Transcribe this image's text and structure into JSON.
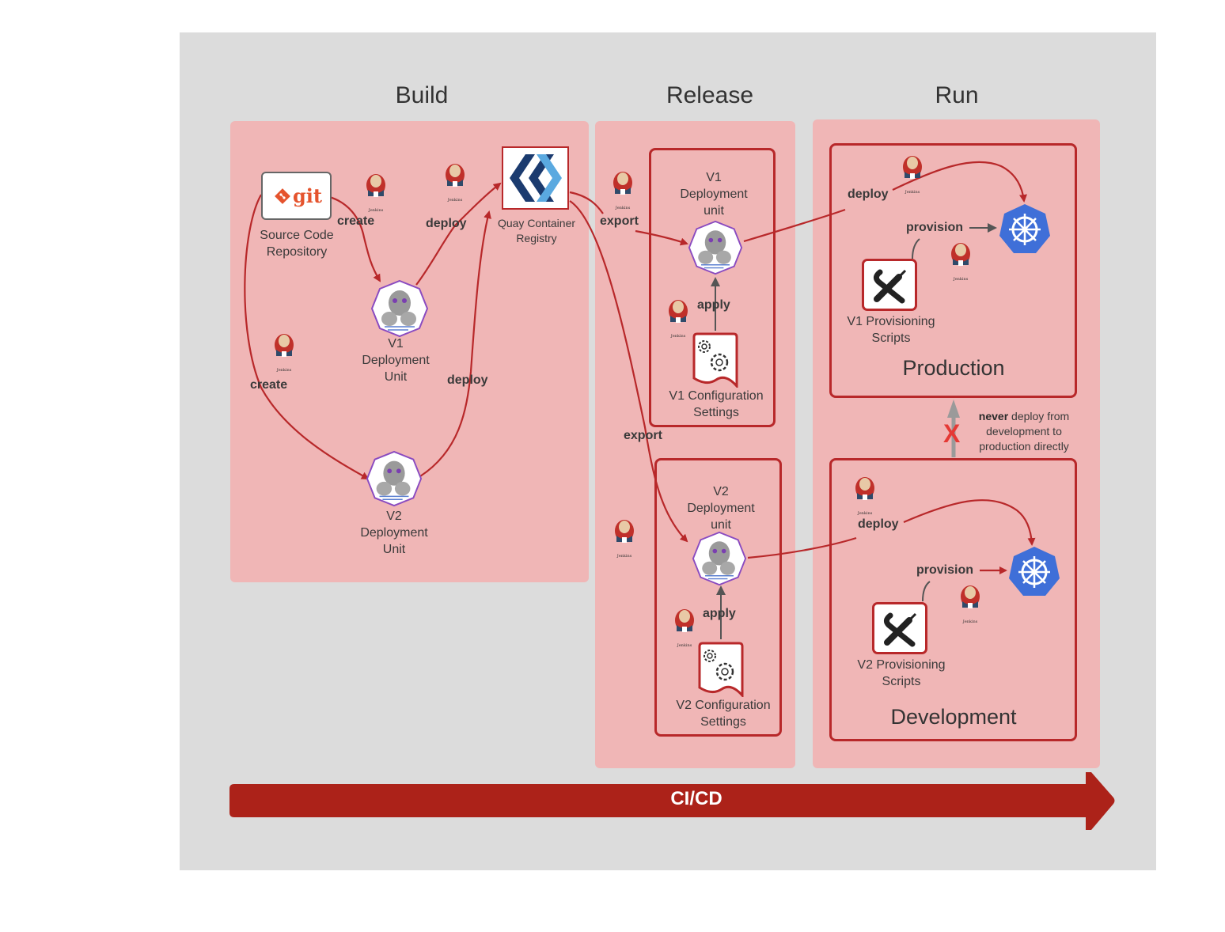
{
  "stages": {
    "build": "Build",
    "release": "Release",
    "run": "Run"
  },
  "nodes": {
    "git": {
      "icon": "git-logo-icon",
      "logo_text": "git",
      "label_line1": "Source Code",
      "label_line2": "Repository"
    },
    "quay": {
      "icon": "quay-logo-icon",
      "label_line1": "Quay Container",
      "label_line2": "Registry"
    },
    "build_v1": {
      "icon": "seal-deployment-unit-icon",
      "label_line1": "V1",
      "label_line2": "Deployment",
      "label_line3": "Unit"
    },
    "build_v2": {
      "icon": "seal-deployment-unit-icon",
      "label_line1": "V2",
      "label_line2": "Deployment",
      "label_line3": "Unit"
    },
    "release_v1": {
      "icon": "seal-deployment-unit-icon",
      "label_line1": "V1",
      "label_line2": "Deployment",
      "label_line3": "unit"
    },
    "release_v2": {
      "icon": "seal-deployment-unit-icon",
      "label_line1": "V2",
      "label_line2": "Deployment",
      "label_line3": "unit"
    },
    "config_v1": {
      "icon": "gears-document-icon",
      "label_line1": "V1 Configuration",
      "label_line2": "Settings"
    },
    "config_v2": {
      "icon": "gears-document-icon",
      "label_line1": "V2 Configuration",
      "label_line2": "Settings"
    },
    "prov_v1": {
      "icon": "tools-icon",
      "label_line1": "V1 Provisioning",
      "label_line2": "Scripts"
    },
    "prov_v2": {
      "icon": "tools-icon",
      "label_line1": "V2 Provisioning",
      "label_line2": "Scripts"
    },
    "k8s_prod": {
      "icon": "kubernetes-icon"
    },
    "k8s_dev": {
      "icon": "kubernetes-icon"
    },
    "jenkins_caption": "Jenkins"
  },
  "environments": {
    "production": "Production",
    "development": "Development"
  },
  "edges": {
    "create_v1": "create",
    "create_v2": "create",
    "deploy_v1_quay": "deploy",
    "deploy_v2_quay": "deploy",
    "export_v1": "export",
    "export_v2": "export",
    "apply_v1": "apply",
    "apply_v2": "apply",
    "deploy_prod": "deploy",
    "deploy_dev": "deploy",
    "provision_prod": "provision",
    "provision_dev": "provision"
  },
  "note": {
    "bold": "never",
    "rest_line1": " deploy from",
    "line2": "development to",
    "line3": "production directly",
    "blocked_marker": "X"
  },
  "pipeline": {
    "label": "CI/CD"
  },
  "colors": {
    "canvas": "#dcdcdc",
    "lane": "#f0b6b6",
    "accent_red": "#b8282a",
    "cicd_arrow": "#ac2219",
    "kubernetes_blue": "#3f6fd8",
    "quay_dark": "#1b3b6f",
    "quay_light": "#5aa9e0",
    "git_orange": "#e5542e",
    "block_x": "#e53935"
  }
}
